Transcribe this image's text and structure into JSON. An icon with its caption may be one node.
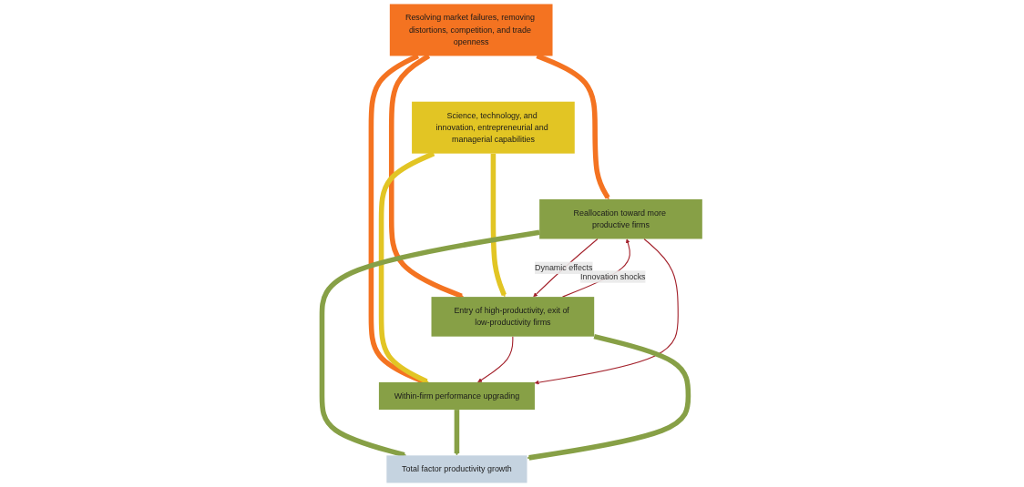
{
  "diagram": {
    "nodes": [
      {
        "text": [
          "Resolving market failures, removing distortions, competition, and trade openness"
        ]
      },
      {
        "text": [
          "Science, technology, and innovation, entrepreneurial and managerial capabilities"
        ]
      },
      {
        "text": [
          "Reallocation toward more productive firms"
        ]
      },
      {
        "text": [
          "Within-firm performance upgrading"
        ]
      },
      {
        "text": [
          "Entry of high-productivity, exit of low-productivity firms"
        ]
      },
      {
        "text": [
          "Total factor productivity growth"
        ]
      }
    ],
    "edges": [
      {
        "from": 0,
        "to": 2,
        "arrow": "to",
        "color": "#f47321"
      },
      {
        "from": 0,
        "to": 3,
        "arrow": "to",
        "color": "#f47321"
      },
      {
        "from": 0,
        "to": 4,
        "arrow": "to",
        "color": "#f47321"
      },
      {
        "from": 1,
        "to": 3,
        "arrow": "to",
        "color": "#e2c524"
      },
      {
        "from": 1,
        "to": 4,
        "arrow": "to",
        "color": "#e2c524"
      },
      {
        "from": 4,
        "to": 2,
        "arrow": "to",
        "label": "Innovation shocks",
        "color": "#a3212b"
      },
      {
        "from": 4,
        "to": 3,
        "arrow": "to",
        "color": "#a3212b"
      },
      {
        "from": 2,
        "to": 3,
        "arrow": "to",
        "color": "#a3212b"
      },
      {
        "from": 2,
        "to": 4,
        "arrow": "to",
        "label": "Dynamic effects",
        "color": "#a3212b"
      },
      {
        "from": 2,
        "to": 5,
        "arrow": "to",
        "color": "#87a046"
      },
      {
        "from": 3,
        "to": 5,
        "arrow": "to",
        "color": "#87a046"
      },
      {
        "from": 4,
        "to": 5,
        "arrow": "to",
        "color": "#87a046"
      }
    ]
  }
}
